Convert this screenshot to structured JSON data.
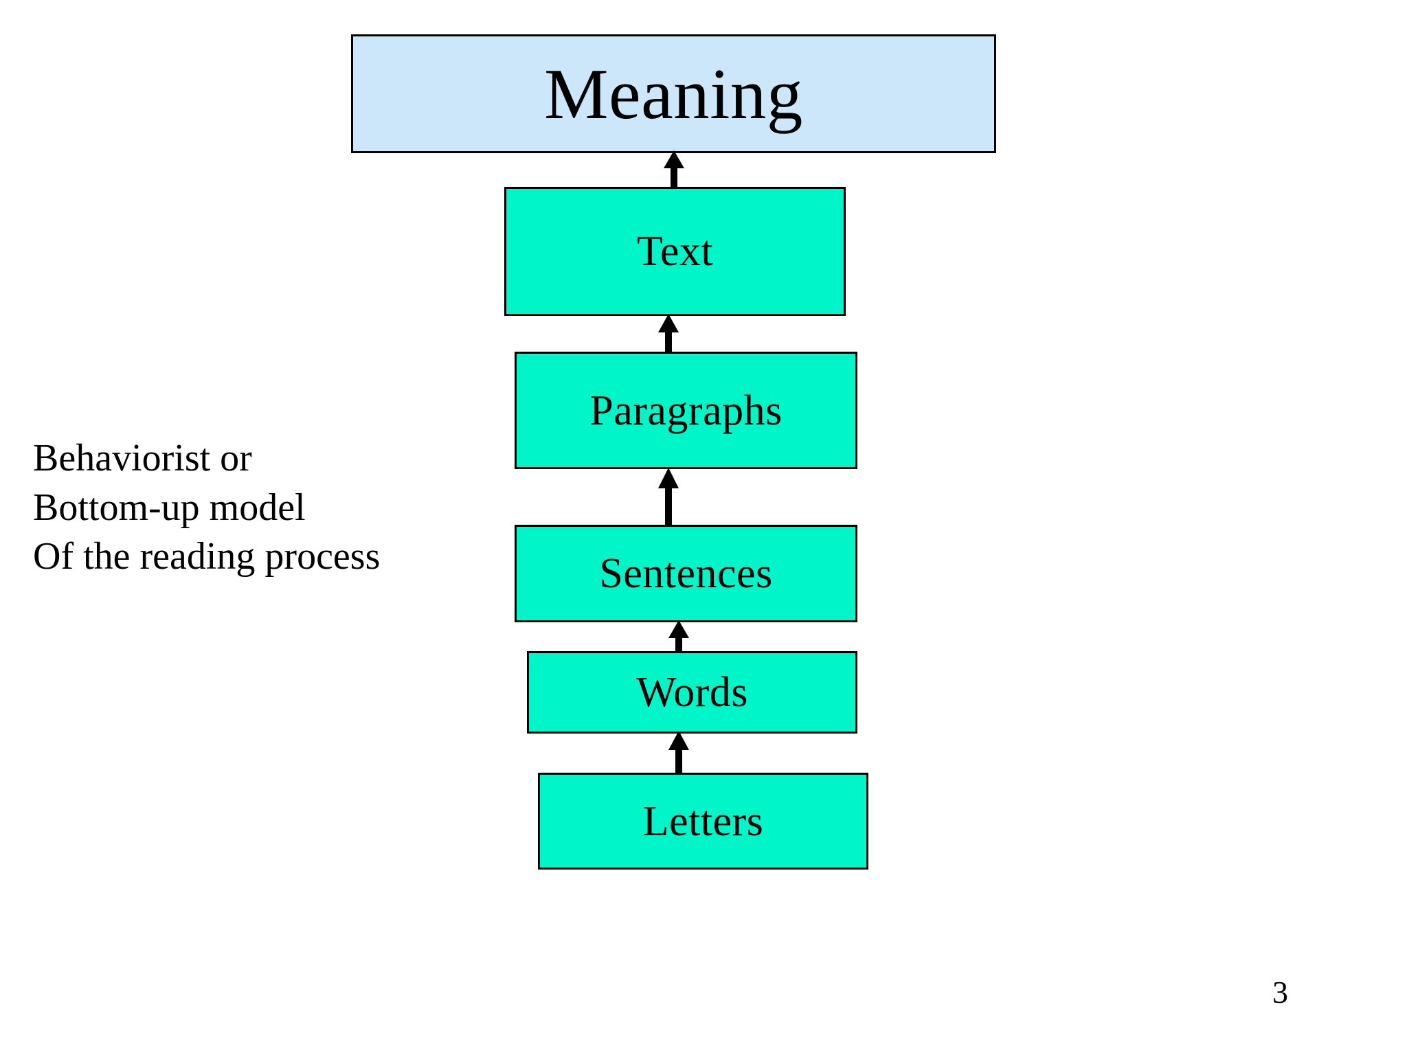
{
  "slide": {
    "page_number": "3",
    "background_color": "#ffffff"
  },
  "caption": {
    "text": "Behaviorist or\nBottom-up model\nOf the reading process"
  },
  "diagram": {
    "type": "flow-stack",
    "direction": "bottom-to-top",
    "colors": {
      "top_box_fill": "#cce7fa",
      "stack_box_fill": "#00f5c8",
      "border": "#000000",
      "text": "#000000",
      "arrow": "#000000"
    },
    "nodes": [
      {
        "id": "meaning",
        "label": "Meaning"
      },
      {
        "id": "text",
        "label": "Text"
      },
      {
        "id": "paragraphs",
        "label": "Paragraphs"
      },
      {
        "id": "sentences",
        "label": "Sentences"
      },
      {
        "id": "words",
        "label": "Words"
      },
      {
        "id": "letters",
        "label": "Letters"
      }
    ],
    "edges": [
      {
        "from": "text",
        "to": "meaning",
        "icon": "up-arrow-icon"
      },
      {
        "from": "paragraphs",
        "to": "text",
        "icon": "up-arrow-icon"
      },
      {
        "from": "sentences",
        "to": "paragraphs",
        "icon": "up-arrow-icon"
      },
      {
        "from": "words",
        "to": "sentences",
        "icon": "up-arrow-icon"
      },
      {
        "from": "letters",
        "to": "words",
        "icon": "up-arrow-icon"
      }
    ]
  }
}
